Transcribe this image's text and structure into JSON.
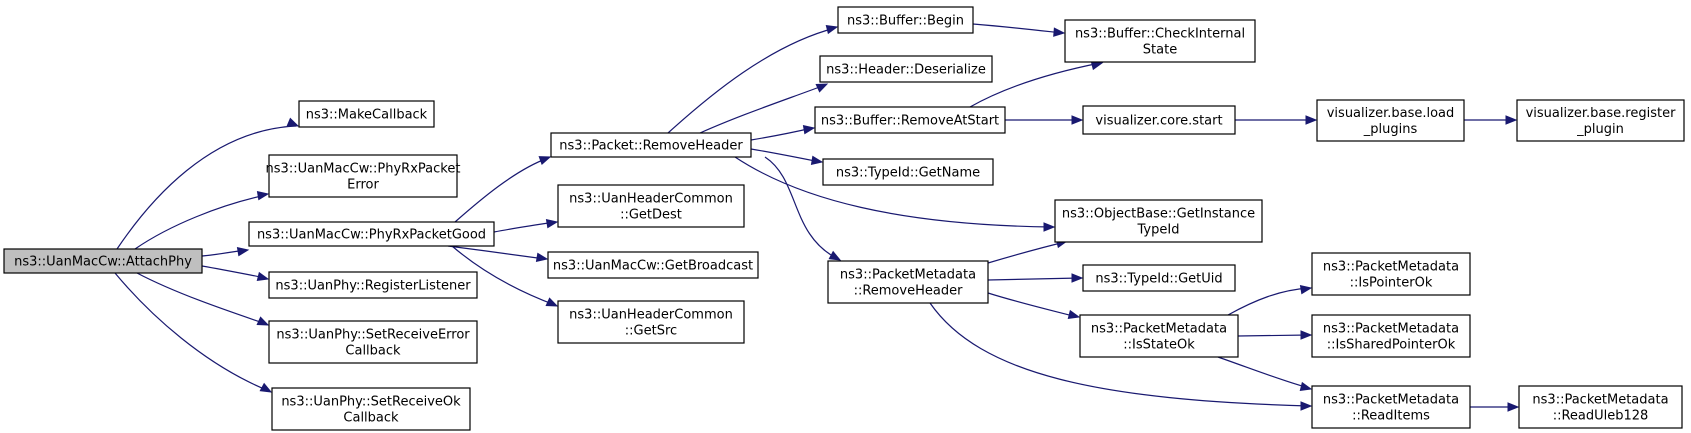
{
  "diagram": {
    "type": "call-graph",
    "edge_color": "#191970",
    "root_fill": "#bfbfbf",
    "nodes": [
      {
        "id": "attachphy",
        "lines": [
          "ns3::UanMacCw::AttachPhy"
        ],
        "root": true
      },
      {
        "id": "makecallback",
        "lines": [
          "ns3::MakeCallback"
        ]
      },
      {
        "id": "phyrxpacketerror",
        "lines": [
          "ns3::UanMacCw::PhyRxPacket",
          "Error"
        ]
      },
      {
        "id": "phyrxpacketgood",
        "lines": [
          "ns3::UanMacCw::PhyRxPacketGood"
        ]
      },
      {
        "id": "registerlistener",
        "lines": [
          "ns3::UanPhy::RegisterListener"
        ]
      },
      {
        "id": "setreceiveerror",
        "lines": [
          "ns3::UanPhy::SetReceiveError",
          "Callback"
        ]
      },
      {
        "id": "setreceiveok",
        "lines": [
          "ns3::UanPhy::SetReceiveOk",
          "Callback"
        ]
      },
      {
        "id": "packetremoveheader",
        "lines": [
          "ns3::Packet::RemoveHeader"
        ]
      },
      {
        "id": "getdest",
        "lines": [
          "ns3::UanHeaderCommon",
          "::GetDest"
        ]
      },
      {
        "id": "getbroadcast",
        "lines": [
          "ns3::UanMacCw::GetBroadcast"
        ]
      },
      {
        "id": "getsrc",
        "lines": [
          "ns3::UanHeaderCommon",
          "::GetSrc"
        ]
      },
      {
        "id": "bufferbegin",
        "lines": [
          "ns3::Buffer::Begin"
        ]
      },
      {
        "id": "headerdeserialize",
        "lines": [
          "ns3::Header::Deserialize"
        ]
      },
      {
        "id": "bufferremoveatstart",
        "lines": [
          "ns3::Buffer::RemoveAtStart"
        ]
      },
      {
        "id": "typeidgetname",
        "lines": [
          "ns3::TypeId::GetName"
        ]
      },
      {
        "id": "metaremoveheader",
        "lines": [
          "ns3::PacketMetadata",
          "::RemoveHeader"
        ]
      },
      {
        "id": "checkinternalstate",
        "lines": [
          "ns3::Buffer::CheckInternal",
          "State"
        ]
      },
      {
        "id": "visualizerstart",
        "lines": [
          "visualizer.core.start"
        ]
      },
      {
        "id": "getinstancetypeid",
        "lines": [
          "ns3::ObjectBase::GetInstance",
          "TypeId"
        ]
      },
      {
        "id": "typeidgetuid",
        "lines": [
          "ns3::TypeId::GetUid"
        ]
      },
      {
        "id": "isstateok",
        "lines": [
          "ns3::PacketMetadata",
          "::IsStateOk"
        ]
      },
      {
        "id": "loadplugins",
        "lines": [
          "visualizer.base.load",
          "_plugins"
        ]
      },
      {
        "id": "registerplugin",
        "lines": [
          "visualizer.base.register",
          "_plugin"
        ]
      },
      {
        "id": "ispointerok",
        "lines": [
          "ns3::PacketMetadata",
          "::IsPointerOk"
        ]
      },
      {
        "id": "issharedpointerok",
        "lines": [
          "ns3::PacketMetadata",
          "::IsSharedPointerOk"
        ]
      },
      {
        "id": "readitems",
        "lines": [
          "ns3::PacketMetadata",
          "::ReadItems"
        ]
      },
      {
        "id": "readuleb128",
        "lines": [
          "ns3::PacketMetadata",
          "::ReadUleb128"
        ]
      }
    ],
    "edges": [
      {
        "from": "attachphy",
        "to": "makecallback"
      },
      {
        "from": "attachphy",
        "to": "phyrxpacketerror"
      },
      {
        "from": "attachphy",
        "to": "phyrxpacketgood"
      },
      {
        "from": "attachphy",
        "to": "registerlistener"
      },
      {
        "from": "attachphy",
        "to": "setreceiveerror"
      },
      {
        "from": "attachphy",
        "to": "setreceiveok"
      },
      {
        "from": "phyrxpacketgood",
        "to": "packetremoveheader"
      },
      {
        "from": "phyrxpacketgood",
        "to": "getdest"
      },
      {
        "from": "phyrxpacketgood",
        "to": "getbroadcast"
      },
      {
        "from": "phyrxpacketgood",
        "to": "getsrc"
      },
      {
        "from": "packetremoveheader",
        "to": "bufferbegin"
      },
      {
        "from": "packetremoveheader",
        "to": "headerdeserialize"
      },
      {
        "from": "packetremoveheader",
        "to": "bufferremoveatstart"
      },
      {
        "from": "packetremoveheader",
        "to": "typeidgetname"
      },
      {
        "from": "packetremoveheader",
        "to": "getinstancetypeid"
      },
      {
        "from": "packetremoveheader",
        "to": "metaremoveheader"
      },
      {
        "from": "bufferbegin",
        "to": "checkinternalstate"
      },
      {
        "from": "bufferremoveatstart",
        "to": "checkinternalstate"
      },
      {
        "from": "bufferremoveatstart",
        "to": "visualizerstart"
      },
      {
        "from": "visualizerstart",
        "to": "loadplugins"
      },
      {
        "from": "loadplugins",
        "to": "registerplugin"
      },
      {
        "from": "metaremoveheader",
        "to": "getinstancetypeid"
      },
      {
        "from": "metaremoveheader",
        "to": "typeidgetuid"
      },
      {
        "from": "metaremoveheader",
        "to": "isstateok"
      },
      {
        "from": "metaremoveheader",
        "to": "readitems"
      },
      {
        "from": "isstateok",
        "to": "ispointerok"
      },
      {
        "from": "isstateok",
        "to": "issharedpointerok"
      },
      {
        "from": "isstateok",
        "to": "readitems"
      },
      {
        "from": "readitems",
        "to": "readuleb128"
      }
    ]
  }
}
